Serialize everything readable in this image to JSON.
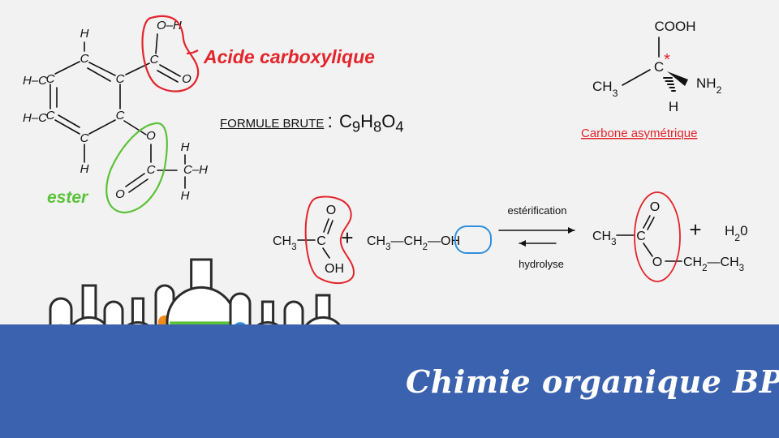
{
  "aspirin": {
    "atoms": {
      "H": "H",
      "C": "C",
      "O": "O",
      "O_H": "O–H",
      "CH": "H–C",
      "CH3_H": "C–H"
    },
    "acid_label": "Acide carboxylique",
    "ester_label": "ester"
  },
  "formula": {
    "label": "FORMULE BRUTE",
    "colon": ":",
    "raw": "C9H8O4",
    "parts": [
      {
        "t": "C",
        "sub": "9"
      },
      {
        "t": "H",
        "sub": "8"
      },
      {
        "t": "O",
        "sub": "4"
      }
    ]
  },
  "chiral": {
    "top": "COOH",
    "left": "CH3",
    "right": "NH2",
    "bottom": "H",
    "center": "C",
    "star": "*",
    "caption": "Carbone asymétrique"
  },
  "reaction": {
    "reactant1": {
      "ch3": "CH3",
      "oh": "OH",
      "o": "O",
      "c": "C"
    },
    "plus1": "+",
    "reactant2": "CH3—CH2—OH",
    "forward": "estérification",
    "backward": "hydrolyse",
    "product1": {
      "ch3": "CH3",
      "o_top": "O",
      "c": "C",
      "o": "O",
      "chain": "CH2—CH3"
    },
    "plus2": "+",
    "product2": "H20"
  },
  "banner": {
    "title": "Chimie organique BP"
  },
  "colors": {
    "red": "#e3242b",
    "green": "#5cc23a",
    "blue": "#2f8fdc",
    "band": "#3b62ae",
    "background": "#f2f2f2"
  }
}
